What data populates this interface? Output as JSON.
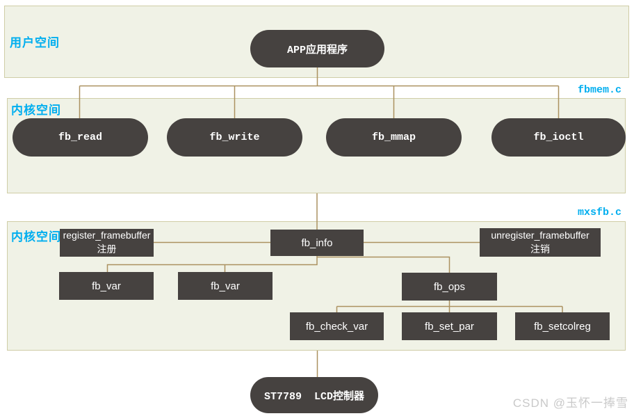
{
  "colors": {
    "accent": "#00aeef",
    "node_fill": "#464240",
    "node_text": "#ffffff",
    "section_fill": "#f0f2e6",
    "section_border": "#cfcda6",
    "connector": "#ab9160",
    "watermark": "#c9c9c9"
  },
  "sections": {
    "user_space": {
      "label": "用户空间"
    },
    "kernel_fbmem": {
      "label": "内核空间",
      "file": "fbmem.c"
    },
    "kernel_mxsfb": {
      "label": "内核空间",
      "file": "mxsfb.c"
    }
  },
  "nodes": {
    "app": {
      "label": "APP应用程序"
    },
    "fb_read": {
      "label": "fb_read"
    },
    "fb_write": {
      "label": "fb_write"
    },
    "fb_mmap": {
      "label": "fb_mmap"
    },
    "fb_ioctl": {
      "label": "fb_ioctl"
    },
    "register_framebuffer": {
      "label": "register_framebuffer",
      "sublabel": "注册"
    },
    "fb_info": {
      "label": "fb_info"
    },
    "unregister_framebuffer": {
      "label": "unregister_framebuffer",
      "sublabel": "注销"
    },
    "fb_var_1": {
      "label": "fb_var"
    },
    "fb_var_2": {
      "label": "fb_var"
    },
    "fb_ops": {
      "label": "fb_ops"
    },
    "fb_check_var": {
      "label": "fb_check_var"
    },
    "fb_set_par": {
      "label": "fb_set_par"
    },
    "fb_setcolreg": {
      "label": "fb_setcolreg"
    },
    "st7789": {
      "label": "ST7789  LCD控制器"
    }
  },
  "watermark": {
    "text": "CSDN @玉怀一捧雪"
  }
}
